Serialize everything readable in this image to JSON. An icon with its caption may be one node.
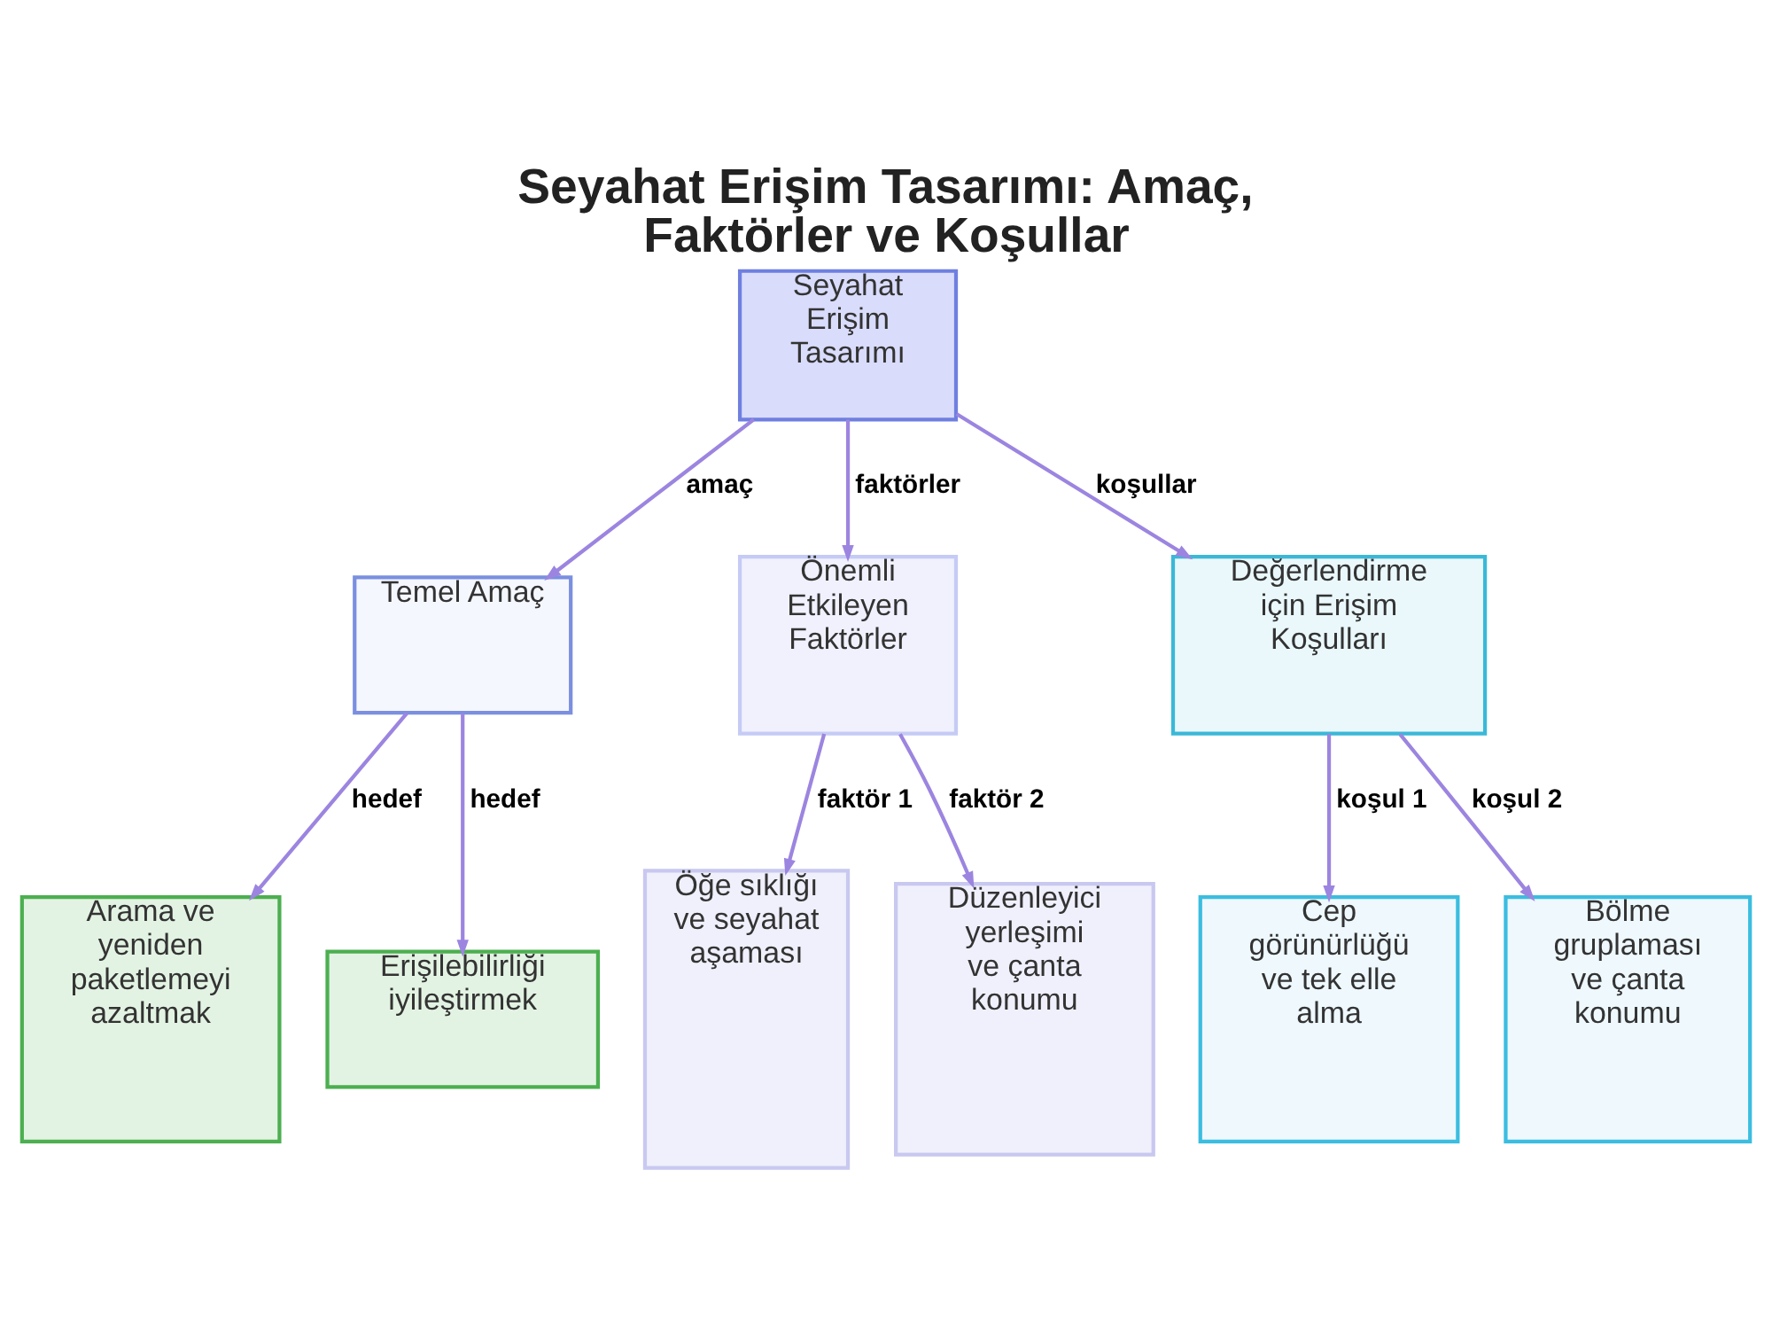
{
  "diagram": {
    "title": "Seyahat Erişim Tasarımı: Amaç, Faktörler ve Koşullar",
    "nodes": [
      {
        "text": [
          "Seyahat Erişim Tasarımı"
        ]
      },
      {
        "text": [
          "Temel Amaç"
        ]
      },
      {
        "text": [
          "Önemli Etkileyen Faktörler"
        ]
      },
      {
        "text": [
          "Değerlendirme için Erişim Koşulları"
        ]
      },
      {
        "text": [
          "Arama ve yeniden paketlemeyi azaltmak"
        ]
      },
      {
        "text": [
          "Erişilebilirliği iyileştirmek"
        ]
      },
      {
        "text": [
          "Öğe sıklığı ve seyahat aşaması"
        ]
      },
      {
        "text": [
          "Düzenleyici yerleşimi ve çanta konumu"
        ]
      },
      {
        "text": [
          "Cep görünürlüğü ve tek elle alma"
        ]
      },
      {
        "text": [
          "Bölme gruplaması ve çanta konumu"
        ]
      }
    ],
    "edges": [
      {
        "from": 0,
        "to": 1,
        "arrow": "to",
        "label": "amaç"
      },
      {
        "from": 0,
        "to": 2,
        "arrow": "to",
        "label": "faktörler"
      },
      {
        "from": 0,
        "to": 3,
        "arrow": "to",
        "label": "koşullar"
      },
      {
        "from": 1,
        "to": 4,
        "arrow": "to",
        "label": "hedef"
      },
      {
        "from": 1,
        "to": 5,
        "arrow": "to",
        "label": "hedef"
      },
      {
        "from": 2,
        "to": 6,
        "arrow": "to",
        "label": "faktör 1"
      },
      {
        "from": 2,
        "to": 7,
        "arrow": "to",
        "label": "faktör 2"
      },
      {
        "from": 3,
        "to": 8,
        "arrow": "to",
        "label": "koşul 1"
      },
      {
        "from": 3,
        "to": 9,
        "arrow": "to",
        "label": "koşul 2"
      }
    ]
  }
}
